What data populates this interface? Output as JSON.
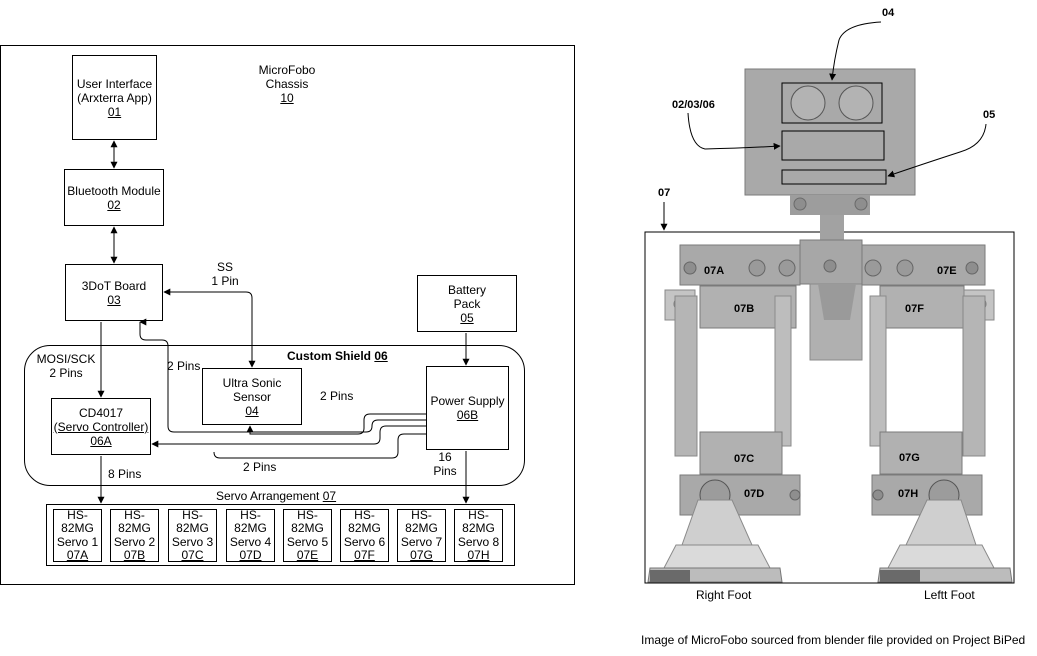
{
  "block_diagram": {
    "chassis": {
      "title": "MicroFobo\nChassis",
      "ref": "10"
    },
    "user_interface": {
      "title": "User Interface\n(Arxterra App)",
      "ref": "01"
    },
    "bluetooth": {
      "title": "Bluetooth Module",
      "ref": "02"
    },
    "board": {
      "title": "3DoT Board",
      "ref": "03"
    },
    "battery": {
      "title": "Battery\nPack",
      "ref": "05"
    },
    "shield": {
      "title": "Custom Shield",
      "ref": "06"
    },
    "ultrasonic": {
      "title": "Ultra Sonic\nSensor",
      "ref": "04"
    },
    "power_supply": {
      "title": "Power Supply",
      "ref": "06B"
    },
    "cd4017": {
      "title": "CD4017",
      "subtitle": "(Servo Controller)",
      "ref": "06A"
    },
    "servo_arrangement": {
      "title": "Servo Arrangement",
      "ref": "07"
    },
    "servos": [
      {
        "model": "HS-\n82MG",
        "name": "Servo 1",
        "ref": "07A"
      },
      {
        "model": "HS-\n82MG",
        "name": "Servo 2",
        "ref": "07B"
      },
      {
        "model": "HS-\n82MG",
        "name": "Servo 3",
        "ref": "07C"
      },
      {
        "model": "HS-\n82MG",
        "name": "Servo 4",
        "ref": "07D"
      },
      {
        "model": "HS-\n82MG",
        "name": "Servo 5",
        "ref": "07E"
      },
      {
        "model": "HS-\n82MG",
        "name": "Servo 6",
        "ref": "07F"
      },
      {
        "model": "HS-\n82MG",
        "name": "Servo 7",
        "ref": "07G"
      },
      {
        "model": "HS-\n82MG",
        "name": "Servo 8",
        "ref": "07H"
      }
    ],
    "labels": {
      "ss": "SS\n1 Pin",
      "mosi": "MOSI/SCK\n2 Pins",
      "pins2_left": "2 Pins",
      "pins2_mid": "2 Pins",
      "pins2_bottom": "2 Pins",
      "pins8": "8 Pins",
      "pins16": "16\nPins"
    }
  },
  "robot_image": {
    "callouts": {
      "head_top": "04",
      "head_left": "02/03/06",
      "head_right": "05",
      "body": "07"
    },
    "servo_labels": [
      "07A",
      "07B",
      "07C",
      "07D",
      "07E",
      "07F",
      "07G",
      "07H"
    ],
    "right_foot": "Right Foot",
    "left_foot": "Leftt Foot",
    "caption": "Image of MicroFobo sourced from blender file provided on Project BiPed"
  }
}
